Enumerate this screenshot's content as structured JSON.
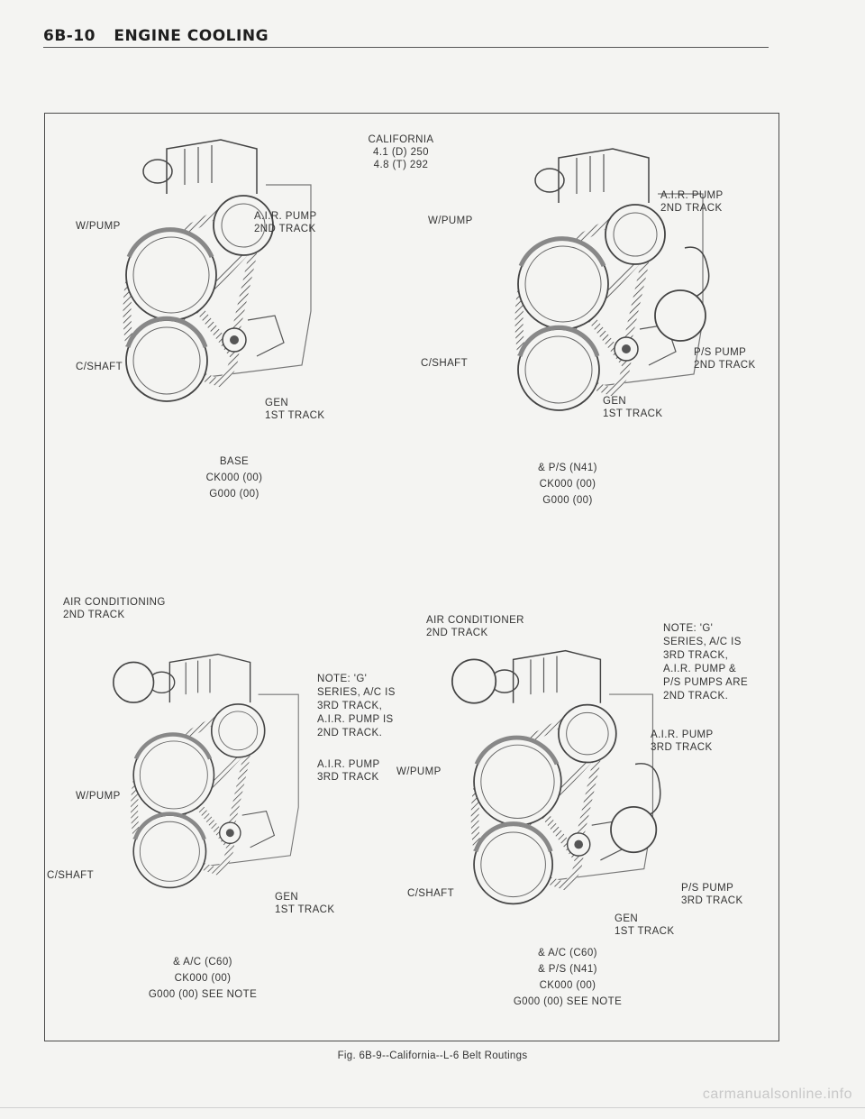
{
  "header": {
    "code": "6B-10",
    "title": "ENGINE COOLING"
  },
  "diagrams": {
    "tl": {
      "labels": {
        "wpump": "W/PUMP",
        "air": "A.I.R. PUMP\n2ND TRACK",
        "cshaft": "C/SHAFT",
        "gen": "GEN\n1ST TRACK"
      },
      "caption": {
        "line1": "BASE",
        "line2": "CK000 (00)",
        "line3": "G000 (00)"
      }
    },
    "tr": {
      "labels": {
        "wpump": "W/PUMP",
        "air": "A.I.R. PUMP\n2ND TRACK",
        "cshaft": "C/SHAFT",
        "ps": "P/S PUMP\n2ND TRACK",
        "gen": "GEN\n1ST TRACK"
      },
      "caption": {
        "line1": "& P/S (N41)",
        "line2": "CK000 (00)",
        "line3": "G000 (00)"
      }
    },
    "bl": {
      "labels": {
        "ac": "AIR CONDITIONING\n2ND TRACK",
        "note": "NOTE: 'G'\nSERIES, A/C IS\n3RD TRACK,\nA.I.R. PUMP IS\n2ND TRACK.",
        "air": "A.I.R. PUMP\n3RD TRACK",
        "wpump": "W/PUMP",
        "cshaft": "C/SHAFT",
        "gen": "GEN\n1ST TRACK"
      },
      "caption": {
        "line1": "& A/C (C60)",
        "line2": "CK000 (00)",
        "line3": "G000 (00) SEE NOTE"
      }
    },
    "br": {
      "labels": {
        "ac": "AIR CONDITIONER\n2ND TRACK",
        "note": "NOTE: 'G'\nSERIES, A/C IS\n3RD TRACK,\nA.I.R. PUMP &\nP/S PUMPS ARE\n2ND TRACK.",
        "air": "A.I.R. PUMP\n3RD TRACK",
        "wpump": "W/PUMP",
        "cshaft": "C/SHAFT",
        "ps": "P/S PUMP\n3RD TRACK",
        "gen": "GEN\n1ST TRACK"
      },
      "caption": {
        "line1": "& A/C (C60)",
        "line2": "& P/S (N41)",
        "line3": "CK000 (00)",
        "line4": "G000 (00) SEE NOTE"
      }
    }
  },
  "california": {
    "line1": "CALIFORNIA",
    "line2": "4.1 (D) 250",
    "line3": "4.8 (T) 292"
  },
  "figure_caption": "Fig. 6B-9--California--L-6 Belt Routings",
  "watermark": "carmanualsonline.info"
}
